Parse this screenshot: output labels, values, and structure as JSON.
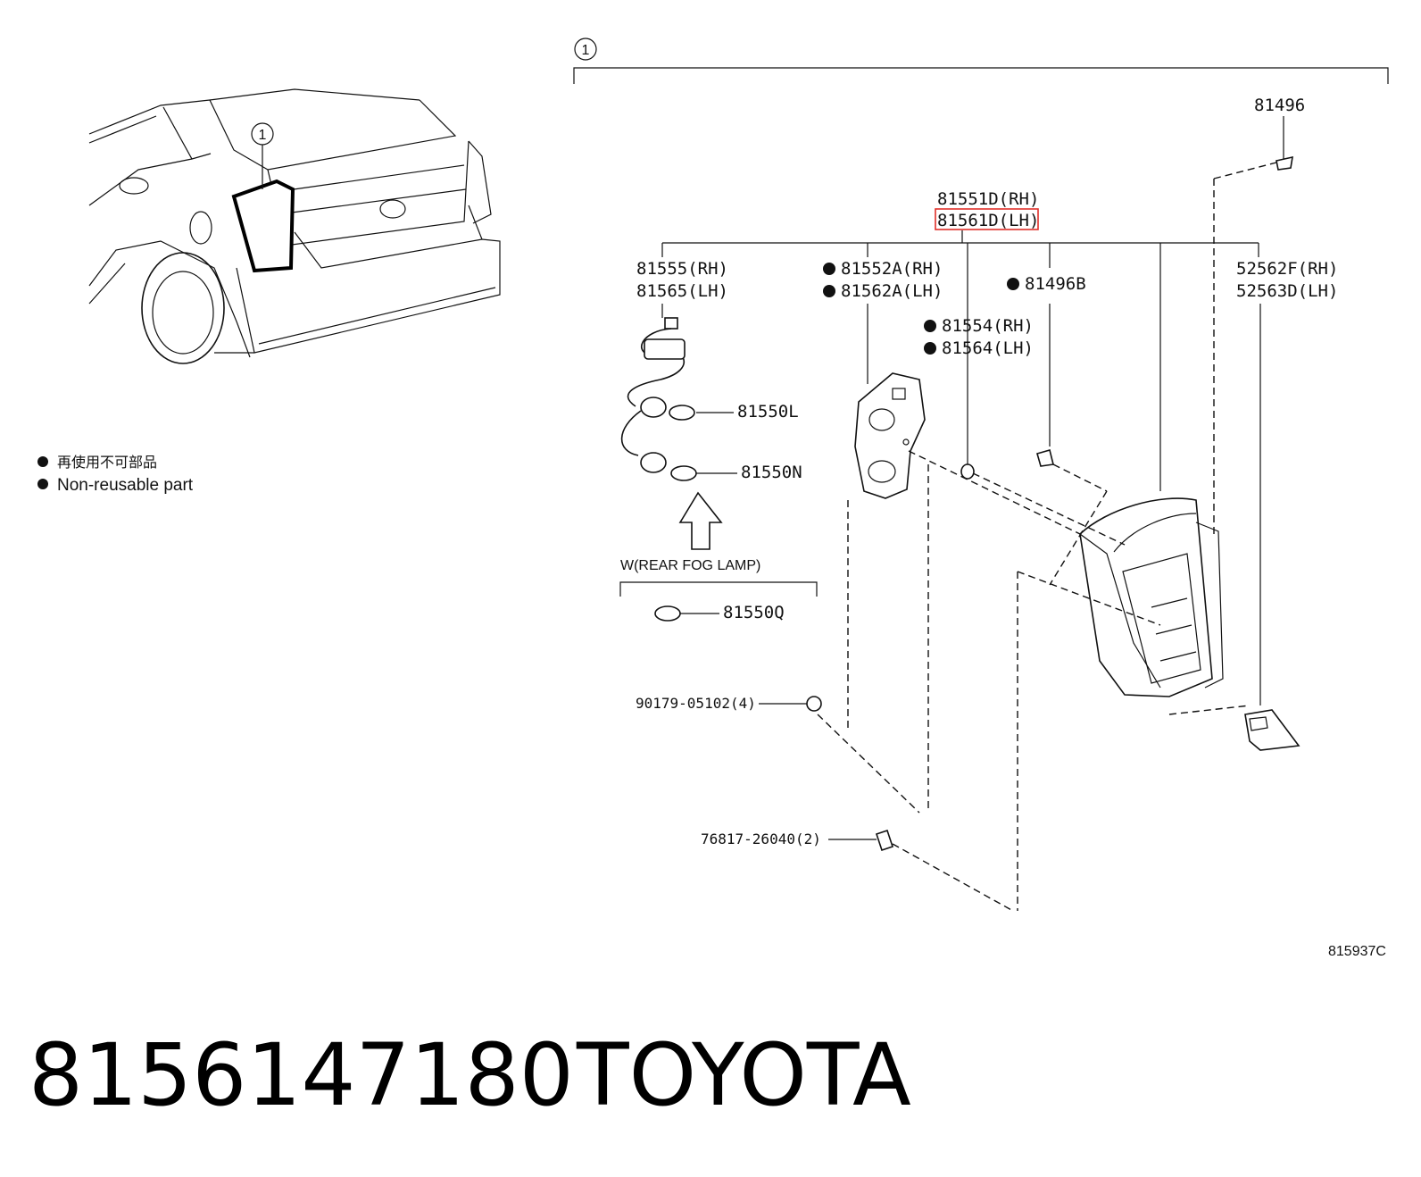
{
  "callout": {
    "number": "1"
  },
  "header": {
    "assembly_rh": "81551D(RH)",
    "assembly_lh": "81561D(LH)"
  },
  "legend": {
    "line1": "再使用不可部品",
    "line2": "Non-reusable part"
  },
  "parts": {
    "p81496": "81496",
    "p81555": "81555(RH)",
    "p81565": "81565(LH)",
    "p81552a": "81552A(RH)",
    "p81562a": "81562A(LH)",
    "p81496b": "81496B",
    "p52562f": "52562F(RH)",
    "p52563d": "52563D(LH)",
    "p81554": "81554(RH)",
    "p81564": "81564(LH)",
    "p81550l": "81550L",
    "p81550n": "81550N",
    "p81550q": "81550Q",
    "p90179": "90179-05102(4)",
    "p76817": "76817-26040(2)"
  },
  "fog_lamp_label": "W(REAR FOG LAMP)",
  "diagram_code": "815937C",
  "footer": {
    "part_number": "8156147180",
    "brand": "TOYOTA"
  },
  "colors": {
    "highlight": "#e0302a",
    "ink": "#111111"
  }
}
